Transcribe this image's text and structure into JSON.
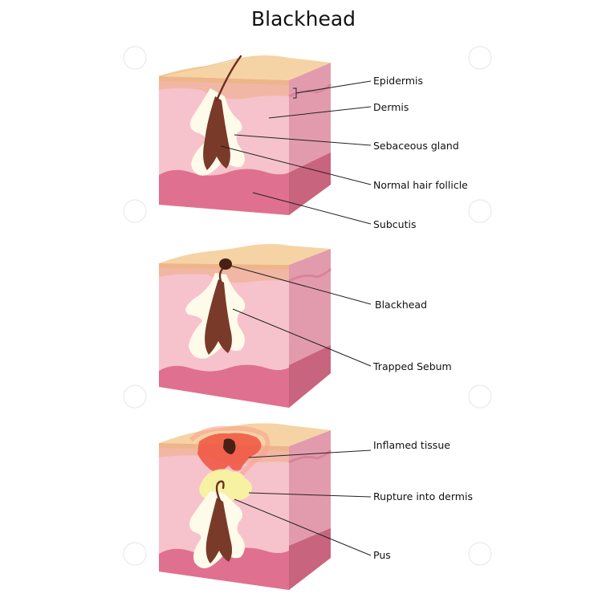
{
  "title": "Blackhead",
  "labels": {
    "epidermis": "Epidermis",
    "dermis": "Dermis",
    "sebaceous_gland": "Sebaceous gland",
    "normal_hair_follicle": "Normal hair follicle",
    "subcutis": "Subcutis",
    "blackhead": "Blackhead",
    "trapped_sebum": "Trapped Sebum",
    "inflamed_tissue": "Inflamed tissue",
    "rupture_into_dermis": "Rupture into dermis",
    "pus": "Pus"
  },
  "colors": {
    "epidermis_top": "#f6d3a4",
    "epidermis_band": "#eeb58a",
    "dermis": "#f6c3cc",
    "dermis_side": "#e69aab",
    "subcutis": "#e0708f",
    "subcutis_side": "#c9647e",
    "hair": "#7a3a2a",
    "sebum": "#fffbea",
    "inflamed": "#f0533f",
    "pus": "#f6f2a2"
  }
}
